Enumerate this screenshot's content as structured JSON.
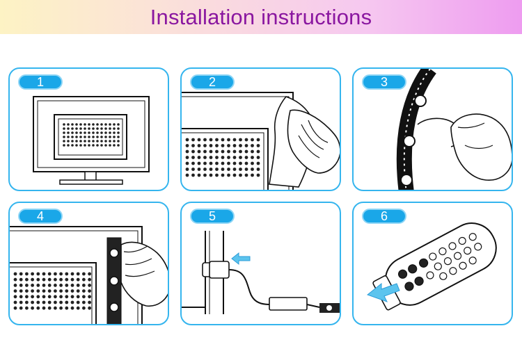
{
  "header": {
    "title": "Installation instructions"
  },
  "colors": {
    "accent": "#1aa7e8",
    "border": "#35b5ee",
    "title": "#8a17a0",
    "arrow": "#5cc4ee"
  },
  "steps": [
    {
      "number": "1"
    },
    {
      "number": "2"
    },
    {
      "number": "3"
    },
    {
      "number": "4"
    },
    {
      "number": "5"
    },
    {
      "number": "6"
    }
  ]
}
